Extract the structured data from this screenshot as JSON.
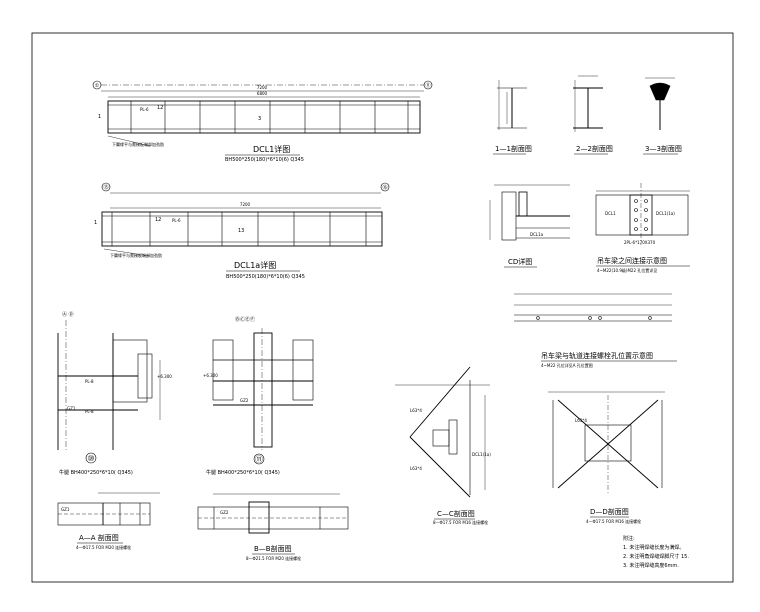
{
  "sheet": {
    "colors": {
      "line": "#000000",
      "paper": "#ffffff"
    }
  },
  "dcl1": {
    "title": "DCL1详图",
    "spec": "BH500*250(180)*6*10(6) Q345",
    "axis_left": "①",
    "axis_right": "⑪",
    "dim_total": "7200",
    "dim_mid": "6800",
    "mark_pl": "PL-6",
    "mark_3": "3",
    "mark_12": "12",
    "mark_1": "1",
    "note": "下翼缘平与爬梯板端部加劲肋"
  },
  "dcl1a": {
    "title": "DCL1a详图",
    "spec": "BH500*250(180)*6*10(6) Q345",
    "axis_left": "⑮",
    "axis_right": "⑯",
    "dim_total": "7200",
    "mark_pl": "PL-6",
    "mark_13": "13",
    "mark_12": "12",
    "mark_1": "1",
    "note": "下翼缘平与爬梯板端部加劲肋"
  },
  "sec11": {
    "label": "1—1剖面图"
  },
  "sec22": {
    "label": "2—2剖面图"
  },
  "sec33": {
    "label": "3—3剖面图"
  },
  "cd": {
    "label": "CD详图",
    "mark": "DCL1a"
  },
  "join": {
    "label": "吊车梁之间连接示意图",
    "left": "DCL1",
    "right": "DCL1(1a)",
    "note": "2PL-6*170X370",
    "sub": "4~M22(10.9级)M22 孔位置详见"
  },
  "rail": {
    "label": "吊车梁与轨道连接螺栓孔位置示意图",
    "sub": "4~M22 孔位详见A 孔位置图"
  },
  "n10": {
    "circle": "⑩",
    "spec": "牛腿 BH400*250*6*10( Q345)",
    "axis": "Ⓐ Ⓓ",
    "pl1": "PL-8",
    "pl2": "PL-8",
    "gz": "GZ1",
    "elev": "+6.300"
  },
  "n11": {
    "circle": "⑪",
    "spec": "牛腿 BH400*250*6*10( Q345)",
    "axis": "ⒷⒸⒺⒻ",
    "elev": "+6.300",
    "gz": "GZ2"
  },
  "aa": {
    "label": "A—A 剖面图",
    "sub": "4—Φ17.5 FOR M20 连接螺栓",
    "gz": "GZ1"
  },
  "bb": {
    "label": "B—B剖面图",
    "sub": "8—Φ21.5 FOR M20 连接螺栓",
    "gz": "GZ2"
  },
  "cc": {
    "label": "C—C剖面图",
    "sub": "8—Φ17.5 FOR M16 连接螺栓",
    "l1": "L63*4",
    "l2": "L63*4",
    "dcl": "DCL1(1a)"
  },
  "dd": {
    "label": "D—D剖面图",
    "sub": "4—Φ17.5 FOR M16 连接螺栓",
    "l": "L63*4"
  },
  "notes": {
    "title": "附注:",
    "n1": "1. 未注明焊缝长度为满焊。",
    "n2": "2. 未注明角焊缝焊脚尺寸  15.",
    "n3": "3. 未注明焊缝高度6mm."
  }
}
